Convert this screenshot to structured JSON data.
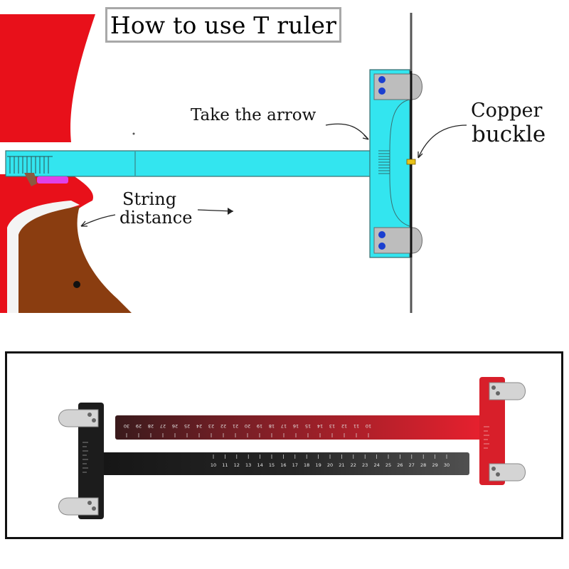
{
  "title": "How to use T ruler",
  "labels": {
    "take_arrow": "Take the arrow",
    "copper": "Copper",
    "buckle": "buckle",
    "string": "String",
    "distance": "distance"
  },
  "ruler_scale": {
    "black": [
      "10",
      "11",
      "12",
      "13",
      "14",
      "15",
      "16",
      "17",
      "18",
      "19",
      "20",
      "21",
      "22",
      "23",
      "24",
      "25",
      "26",
      "27",
      "28",
      "29",
      "30"
    ],
    "red": [
      "30",
      "29",
      "28",
      "27",
      "26",
      "25",
      "24",
      "23",
      "22",
      "21",
      "20",
      "19",
      "18",
      "17",
      "16",
      "15",
      "14",
      "13",
      "12",
      "11",
      "10"
    ]
  },
  "colors": {
    "bow_red": "#e8101a",
    "grip_brown": "#8a3d10",
    "ruler_cyan": "#33e5ef",
    "clip_gray": "#bdbdbd",
    "dot_blue": "#1a3fd0",
    "black_ruler": "#1c1c1c",
    "red_ruler": "#d81f2a"
  }
}
